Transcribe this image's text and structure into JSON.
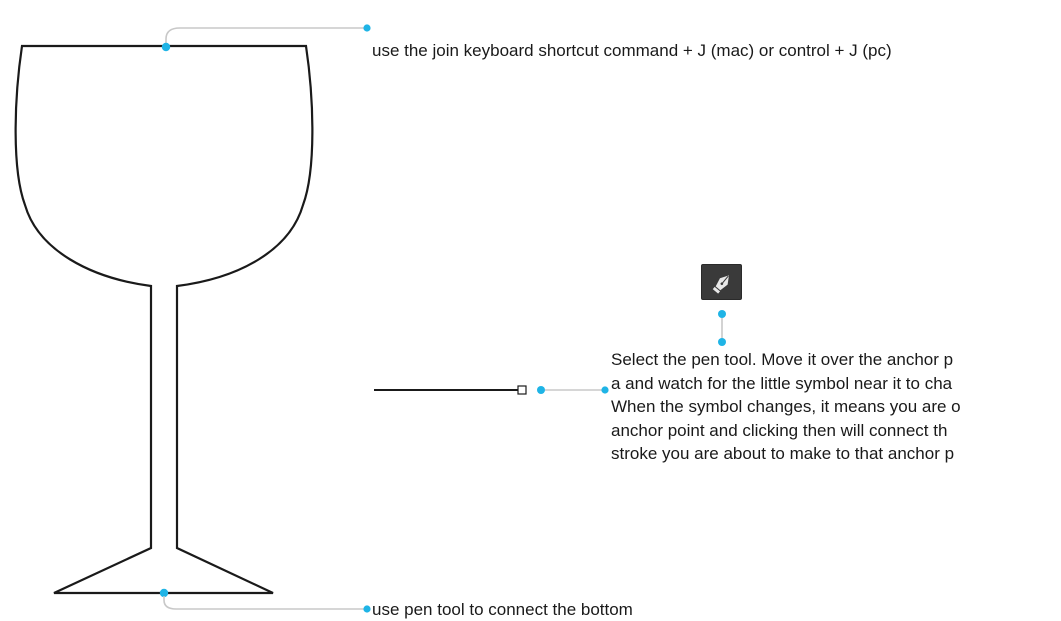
{
  "annotations": {
    "join_shortcut": "use the join keyboard shortcut command + J (mac) or control + J (pc)",
    "pen_tool_lines": [
      "Select the pen tool. Move it over the anchor p",
      "a and watch for the little symbol near it to cha",
      "When the symbol changes, it means you are o",
      "anchor point and clicking then will connect th",
      "stroke you are about to make to that anchor p"
    ],
    "pen_bottom": "use pen tool to connect the bottom"
  },
  "icons": {
    "pen_tool": "pen-tool-icon"
  },
  "colors": {
    "outline": "#1a1a1a",
    "callout_dot": "#1fb4e6",
    "leader_line": "#c8c8c8",
    "pen_button_bg": "#3a3a3a"
  }
}
